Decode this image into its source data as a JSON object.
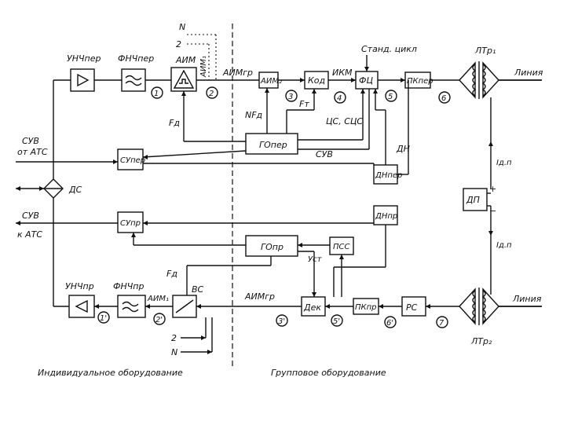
{
  "blocks": {
    "unch_per": "УНЧпер",
    "fnch_per": "ФНЧпер",
    "aim": "АИМ",
    "aim1_top": "АИМ₁",
    "aim_gr_top": "АИМгр",
    "aim2": "АИМ₂",
    "kod": "Код",
    "ikm": "ИКМ",
    "fc": "ФЦ",
    "stand_cycle": "Станд. цикл",
    "pk_per": "ПКпер",
    "ltr1": "ЛТр₁",
    "line_top": "Линия",
    "go_per": "ГОпер",
    "sy_per": "СУпер",
    "dn_per": "ДНпер",
    "dn": "ДН",
    "suv_mid": "СУВ",
    "cs_scs": "ЦС, СЦС",
    "nfd": "NFд",
    "ft": "Fт",
    "fd_top": "Fд",
    "suv_from_ats_1": "СУВ",
    "suv_from_ats_2": "от АТС",
    "ds": "ДС",
    "suv_to_ats_1": "СУВ",
    "suv_to_ats_2": "к АТС",
    "sy_pr": "СУпр",
    "dn_pr": "ДНпр",
    "go_pr": "ГОпр",
    "pss": "ПСС",
    "ust": "Уст",
    "dp": "ДП",
    "id_top": "Iд.п",
    "id_bot": "Iд.п",
    "unch_pr": "УНЧпр",
    "fnch_pr": "ФНЧпр",
    "fd_bot": "Fд",
    "vs": "ВС",
    "aim1_bot": "АИМ₁",
    "aim_gr_bot": "АИМгр",
    "dek": "Дек",
    "pk_pr": "ПКпр",
    "rs": "РС",
    "ltr2": "ЛТр₂",
    "line_bot": "Линия",
    "n_top": "N",
    "two_top": "2",
    "n_bot": "N",
    "two_bot": "2",
    "plus": "+",
    "minus": "−"
  },
  "markers": {
    "m1": "1",
    "m2": "2",
    "m3": "3",
    "m4": "4",
    "m5": "5",
    "m6": "6",
    "m1p": "1'",
    "m2p": "2'",
    "m3p": "3'",
    "m5p": "5'",
    "m6p": "6'",
    "m7": "7"
  },
  "captions": {
    "individual": "Индивидуальное оборудование",
    "group": "Групповое оборудование"
  }
}
